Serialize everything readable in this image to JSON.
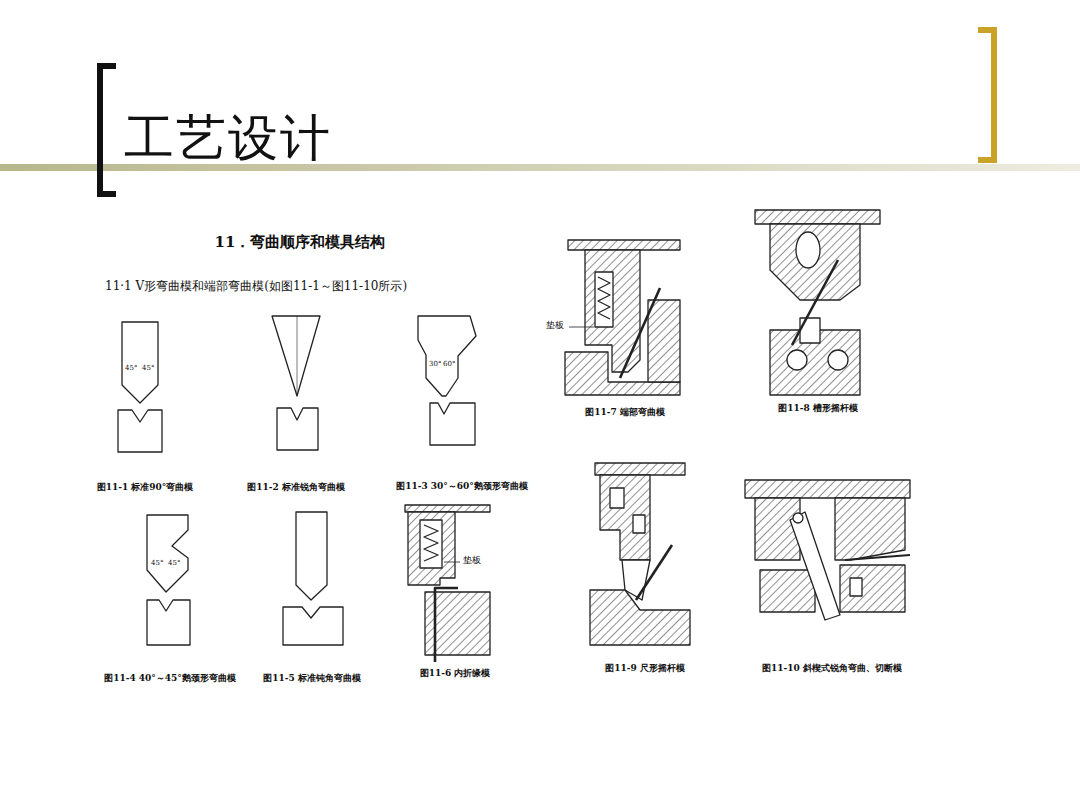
{
  "diagram": {
    "title": "工艺设计",
    "labels": [
      "11．弯曲顺序和模具结构",
      "11·1 V形弯曲模和端部弯曲模(如图11-1～图11-10所示)",
      "45°",
      "45°",
      "图11-1 标准90°弯曲模",
      "图11-2 标准锐角弯曲模",
      "30°",
      "60°",
      "图11-3 30°～60°鹅颈形弯曲模",
      "45°",
      "45°",
      "图11-4 40°～45°鹅颈形弯曲模",
      "图11-5 标准钝角弯曲模",
      "垫板",
      "图11-6 内折缘模",
      "垫板",
      "图11-7 端部弯曲模",
      "图11-8 槽形摇杆模",
      "图11-9 尺形摇杆模",
      "图11-10 斜楔式锐角弯曲、切断模"
    ]
  }
}
